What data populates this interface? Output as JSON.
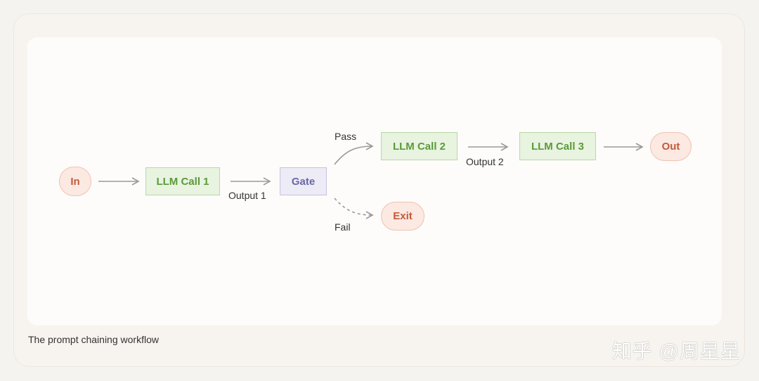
{
  "diagram": {
    "nodes": {
      "in": "In",
      "llm_call_1": "LLM Call 1",
      "gate": "Gate",
      "llm_call_2": "LLM Call 2",
      "llm_call_3": "LLM Call 3",
      "out": "Out",
      "exit": "Exit"
    },
    "edge_labels": {
      "output_1": "Output 1",
      "pass": "Pass",
      "fail": "Fail",
      "output_2": "Output 2"
    }
  },
  "caption": "The prompt chaining workflow",
  "watermark": "知乎 @周星星",
  "colors": {
    "llm_fill": "#e8f3e0",
    "llm_text": "#5b9a3a",
    "gate_fill": "#ecebf6",
    "gate_text": "#6a67a6",
    "terminal_fill": "#fbe9e2",
    "terminal_text": "#c35a3a",
    "arrow": "#9a9a96"
  }
}
